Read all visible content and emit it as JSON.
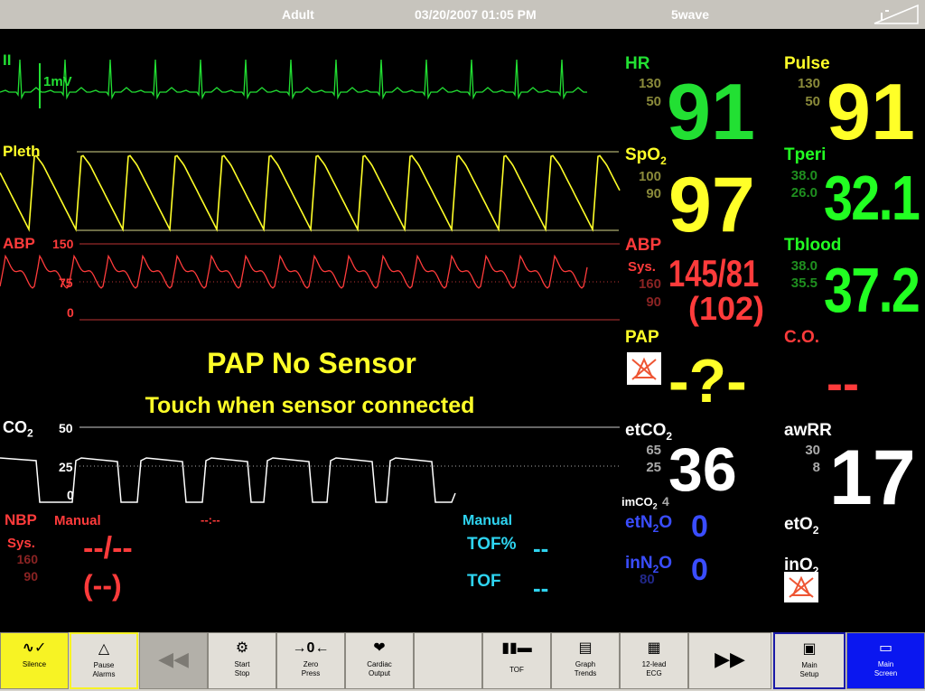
{
  "topbar": {
    "patient_type": "Adult",
    "datetime": "03/20/2007 01:05 PM",
    "config": "5wave"
  },
  "colors": {
    "ecg": "#22e033",
    "pleth": "#ffff28",
    "abp": "#ff3b3b",
    "co2": "#ffffff",
    "tof": "#2ed4f0",
    "n2o": "#3a4dff",
    "tperi": "#22ff22",
    "bg": "#000000"
  },
  "waves": {
    "ecg": {
      "label": "II",
      "scale": "1mV"
    },
    "pleth": {
      "label": "Pleth"
    },
    "abp": {
      "label": "ABP",
      "scale_high": "150",
      "scale_mid": "75",
      "scale_low": "0"
    },
    "co2": {
      "label": "CO",
      "label_sub": "2",
      "scale_high": "50",
      "scale_mid": "25",
      "scale_low": "0"
    }
  },
  "pap_message": {
    "title": "PAP No Sensor",
    "subtitle": "Touch when sensor connected"
  },
  "params": {
    "hr": {
      "label": "HR",
      "high": "130",
      "low": "50",
      "value": "91"
    },
    "pulse": {
      "label": "Pulse",
      "high": "130",
      "low": "50",
      "value": "91"
    },
    "spo2": {
      "label": "SpO",
      "label_sub": "2",
      "high": "100",
      "low": "90",
      "value": "97"
    },
    "tperi": {
      "label": "Tperi",
      "high": "38.0",
      "low": "26.0",
      "value": "32.1"
    },
    "abp": {
      "label": "ABP",
      "sys_label": "Sys.",
      "high": "160",
      "low": "90",
      "value": "145/81",
      "mean": "(102)"
    },
    "tblood": {
      "label": "Tblood",
      "high": "38.0",
      "low": "35.5",
      "value": "37.2"
    },
    "pap": {
      "label": "PAP",
      "value": "-?-"
    },
    "co": {
      "label": "C.O.",
      "value": "--"
    },
    "etco2": {
      "label": "etCO",
      "label_sub": "2",
      "high": "65",
      "low": "25",
      "value": "36",
      "imco2_label": "imCO",
      "imco2_sub": "2",
      "imco2_value": "4"
    },
    "awrr": {
      "label": "awRR",
      "high": "30",
      "low": "8",
      "value": "17"
    },
    "etn2o": {
      "label": "etN",
      "label_sub": "2",
      "label_tail": "O",
      "value": "0"
    },
    "etO2": {
      "label": "etO",
      "label_sub": "2"
    },
    "inn2o": {
      "label": "inN",
      "label_sub": "2",
      "label_tail": "O",
      "limit": "80",
      "value": "0"
    },
    "ino2": {
      "label": "inO",
      "label_sub": "2"
    },
    "nbp": {
      "label": "NBP",
      "mode": "Manual",
      "time": "--:--",
      "sys_label": "Sys.",
      "high": "160",
      "low": "90",
      "value": "--/--",
      "mean": "(--)"
    },
    "tof": {
      "mode": "Manual",
      "pct_label": "TOF%",
      "pct_value": "--",
      "label": "TOF",
      "value": "--"
    }
  },
  "toolbar": {
    "silence": "Silence",
    "pause_alarms_1": "Pause",
    "pause_alarms_2": "Alarms",
    "start_stop_1": "Start",
    "start_stop_2": "Stop",
    "zero_press_1": "Zero",
    "zero_press_2": "Press",
    "cardiac_output_1": "Cardiac",
    "cardiac_output_2": "Output",
    "tof": "TOF",
    "graph_trends_1": "Graph",
    "graph_trends_2": "Trends",
    "ecg12_1": "12-lead",
    "ecg12_2": "ECG",
    "main_setup_1": "Main",
    "main_setup_2": "Setup",
    "main_screen_1": "Main",
    "main_screen_2": "Screen"
  }
}
